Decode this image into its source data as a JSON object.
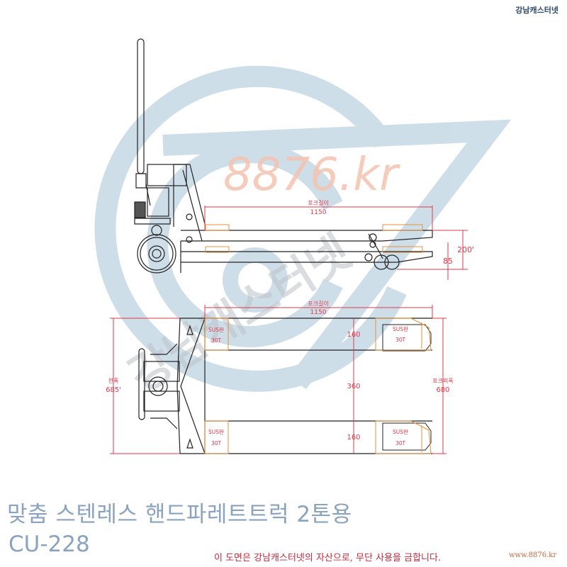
{
  "header": {
    "brand": "강남캐스터넷"
  },
  "watermark": {
    "text": "8876.kr",
    "logo_text": "강남캐스터넷",
    "logo_color": "#9fbfd4",
    "text_color": "#f4c4b0"
  },
  "side_view": {
    "fork_length_label": "포크길이",
    "fork_length_value": "1150",
    "height_value": "200'",
    "lowered_value": "85"
  },
  "top_view": {
    "fork_length_label": "포크길이",
    "fork_length_value": "1150",
    "total_width_label": "전폭",
    "total_width_value": "685'",
    "fork_outer_label": "포크외폭",
    "fork_outer_value": "680",
    "fork_width_top": "160",
    "fork_gap": "360",
    "fork_width_bottom": "160",
    "plate_labels": [
      {
        "material": "SUS판",
        "thickness": "30T"
      },
      {
        "material": "SUS판",
        "thickness": "30T"
      },
      {
        "material": "SUS판",
        "thickness": "30T"
      },
      {
        "material": "SUS판",
        "thickness": "30T"
      }
    ]
  },
  "footer": {
    "title": "맞춤 스텐레스 핸드파레트트럭 2톤용",
    "model": "CU-228",
    "notice": "이 도면은 강남캐스터넷의 자산으로, 무단 사용을 금합니다.",
    "url": "www.8876.kr"
  },
  "colors": {
    "dimension": "#e0394a",
    "plate": "#e8923a",
    "line": "#222222",
    "title": "#8aa3bf"
  }
}
